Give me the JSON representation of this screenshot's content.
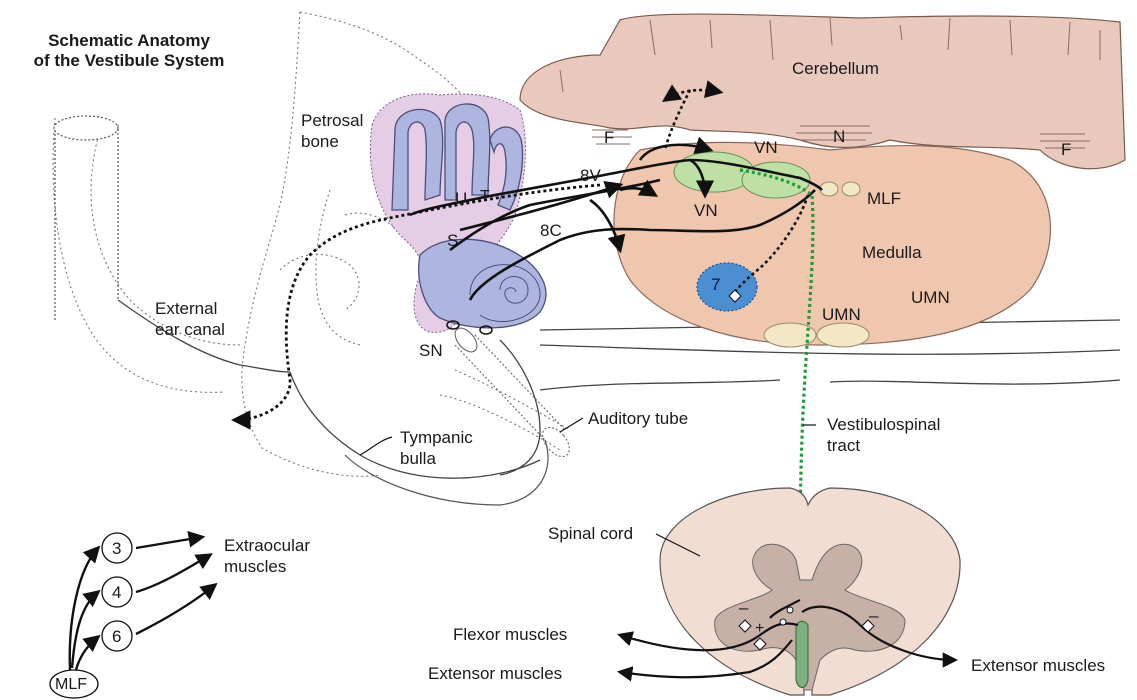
{
  "title": {
    "line1": "Schematic Anatomy",
    "line2": "of the Vestibule System"
  },
  "labels": {
    "cerebellum": "Cerebellum",
    "petrosal_line1": "Petrosal",
    "petrosal_line2": "bone",
    "f_left": "F",
    "f_right": "F",
    "n": "N",
    "vn_top": "VN",
    "vn_left": "VN",
    "mlf": "MLF",
    "nerve_8v": "8V",
    "nerve_8c": "8C",
    "u": "U",
    "t": "T",
    "s": "S",
    "medulla": "Medulla",
    "nucleus_7": "7",
    "umn_right": "UMN",
    "umn_center": "UMN",
    "external_line1": "External",
    "external_line2": "ear canal",
    "sn": "SN",
    "auditory_tube": "Auditory tube",
    "tympanic_line1": "Tympanic",
    "tympanic_line2": "bulla",
    "vestibulospinal_line1": "Vestibulospinal",
    "vestibulospinal_line2": "tract",
    "spinal_cord": "Spinal cord",
    "flexor": "Flexor muscles",
    "extensor_left": "Extensor muscles",
    "extensor_right": "Extensor muscles",
    "minus_left": "–",
    "plus_left": "+",
    "minus_right": "–"
  },
  "mlf_diagram": {
    "source": "MLF",
    "nuclei": [
      "3",
      "4",
      "6"
    ],
    "target_line1": "Extraocular",
    "target_line2": "muscles"
  },
  "colors": {
    "cerebellum": "#e9c9bb",
    "medulla": "#efc7ae",
    "vestibular_nuclei": "#bfe0a5",
    "nucleus_7": "#4a8fd2",
    "labyrinth_blue": "#aeb6e0",
    "labyrinth_pink": "#e6cde6",
    "spinal_cord_white": "#f2ddd3",
    "spinal_cord_gray": "#c7b0a6",
    "vestibulospinal_tract": "#1e9b3a"
  }
}
